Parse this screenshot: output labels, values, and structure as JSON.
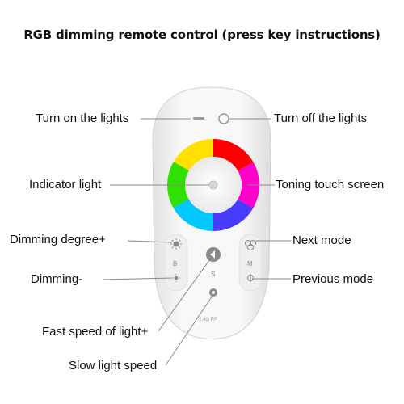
{
  "title": "RGB dimming remote control (press key instructions)",
  "labels": {
    "turn_on": "Turn on the lights",
    "turn_off": "Turn off the lights",
    "indicator": "Indicator light",
    "toning": "Toning touch screen",
    "dim_up": "Dimming degree+",
    "next_mode": "Next mode",
    "dimming_down": "Dimming-",
    "prev_mode": "Previous mode",
    "fast_speed": "Fast speed of light+",
    "slow_speed": "Slow light speed"
  },
  "buttons": {
    "b": "B",
    "s": "S",
    "m": "M"
  },
  "brand_text": "2.4G RF",
  "colors": {
    "remote_body": "#f4f4f4",
    "leader_line": "#8a8a8a"
  }
}
